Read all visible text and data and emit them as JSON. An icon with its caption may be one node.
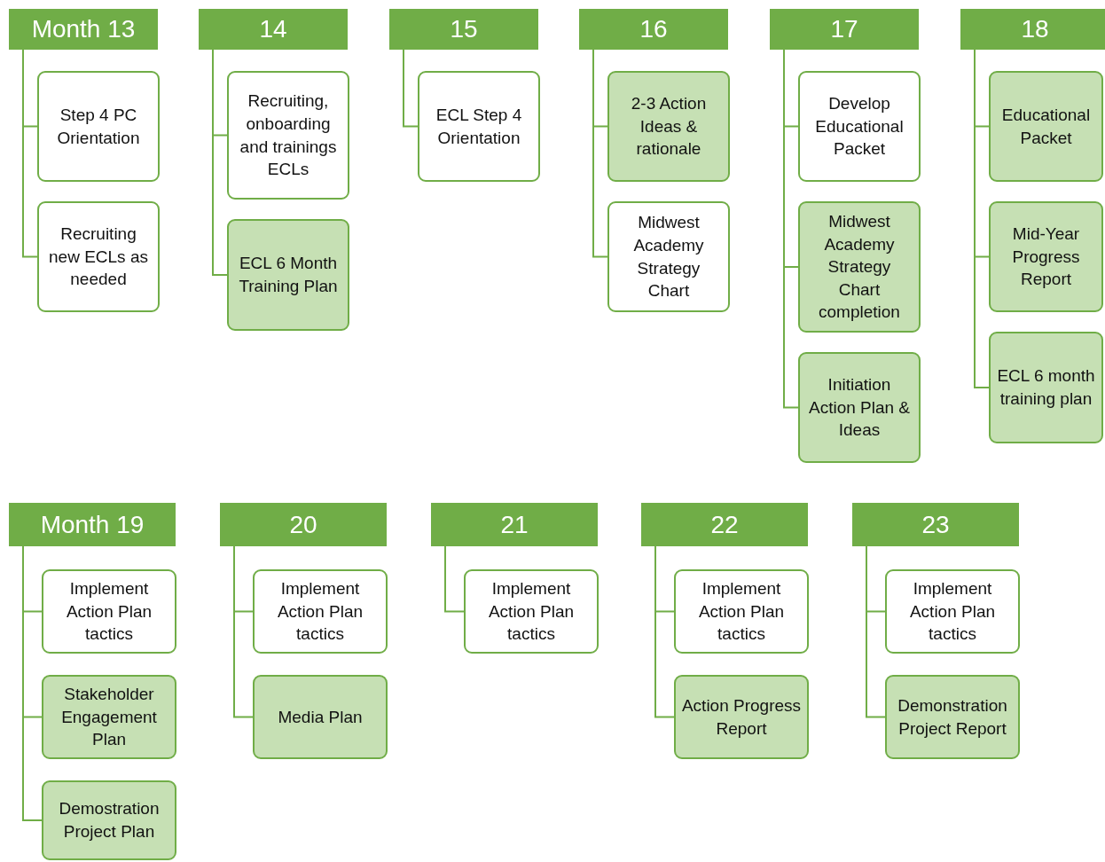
{
  "diagram": {
    "nodes": [
      {
        "text": [
          "Month 13"
        ]
      },
      {
        "text": [
          "Step 4 PC Orientation"
        ]
      },
      {
        "text": [
          "Recruiting new ECLs as needed"
        ]
      },
      {
        "text": [
          "14"
        ]
      },
      {
        "text": [
          "Recruiting, onboarding and trainings ECLs"
        ]
      },
      {
        "text": [
          "ECL 6 Month Training Plan"
        ]
      },
      {
        "text": [
          "15"
        ]
      },
      {
        "text": [
          "ECL Step 4 Orientation"
        ]
      },
      {
        "text": [
          "16"
        ]
      },
      {
        "text": [
          "2-3 Action Ideas & rationale"
        ]
      },
      {
        "text": [
          "Midwest Academy Strategy Chart"
        ]
      },
      {
        "text": [
          "17"
        ]
      },
      {
        "text": [
          "Develop Educational Packet"
        ]
      },
      {
        "text": [
          "Midwest Academy Strategy Chart completion"
        ]
      },
      {
        "text": [
          "Initiation Action Plan & Ideas"
        ]
      },
      {
        "text": [
          "18"
        ]
      },
      {
        "text": [
          "Educational Packet"
        ]
      },
      {
        "text": [
          "Mid-Year Progress Report"
        ]
      },
      {
        "text": [
          "ECL 6 month training plan"
        ]
      },
      {
        "text": [
          "Month 19"
        ]
      },
      {
        "text": [
          "Implement Action Plan tactics"
        ]
      },
      {
        "text": [
          "Stakeholder Engagement Plan"
        ]
      },
      {
        "text": [
          "Demostration Project Plan"
        ]
      },
      {
        "text": [
          "20"
        ]
      },
      {
        "text": [
          "Implement Action Plan tactics"
        ]
      },
      {
        "text": [
          "Media Plan"
        ]
      },
      {
        "text": [
          "21"
        ]
      },
      {
        "text": [
          "Implement Action Plan tactics"
        ]
      },
      {
        "text": [
          "22"
        ]
      },
      {
        "text": [
          "Implement Action Plan tactics"
        ]
      },
      {
        "text": [
          "Action Progress Report"
        ]
      },
      {
        "text": [
          "23"
        ]
      },
      {
        "text": [
          "Implement Action Plan tactics"
        ]
      },
      {
        "text": [
          "Demonstration Project Report"
        ]
      }
    ],
    "edges": [
      {
        "from": 0,
        "to": 1,
        "arrow": "none"
      },
      {
        "from": 0,
        "to": 2,
        "arrow": "none"
      },
      {
        "from": 3,
        "to": 4,
        "arrow": "none"
      },
      {
        "from": 3,
        "to": 5,
        "arrow": "none"
      },
      {
        "from": 6,
        "to": 7,
        "arrow": "none"
      },
      {
        "from": 8,
        "to": 9,
        "arrow": "none"
      },
      {
        "from": 8,
        "to": 10,
        "arrow": "none"
      },
      {
        "from": 11,
        "to": 12,
        "arrow": "none"
      },
      {
        "from": 11,
        "to": 13,
        "arrow": "none"
      },
      {
        "from": 11,
        "to": 14,
        "arrow": "none"
      },
      {
        "from": 15,
        "to": 16,
        "arrow": "none"
      },
      {
        "from": 15,
        "to": 17,
        "arrow": "none"
      },
      {
        "from": 15,
        "to": 18,
        "arrow": "none"
      },
      {
        "from": 19,
        "to": 20,
        "arrow": "none"
      },
      {
        "from": 19,
        "to": 21,
        "arrow": "none"
      },
      {
        "from": 19,
        "to": 22,
        "arrow": "none"
      },
      {
        "from": 23,
        "to": 24,
        "arrow": "none"
      },
      {
        "from": 23,
        "to": 25,
        "arrow": "none"
      },
      {
        "from": 26,
        "to": 27,
        "arrow": "none"
      },
      {
        "from": 28,
        "to": 29,
        "arrow": "none"
      },
      {
        "from": 28,
        "to": 30,
        "arrow": "none"
      },
      {
        "from": 31,
        "to": 32,
        "arrow": "none"
      },
      {
        "from": 31,
        "to": 33,
        "arrow": "none"
      }
    ]
  }
}
